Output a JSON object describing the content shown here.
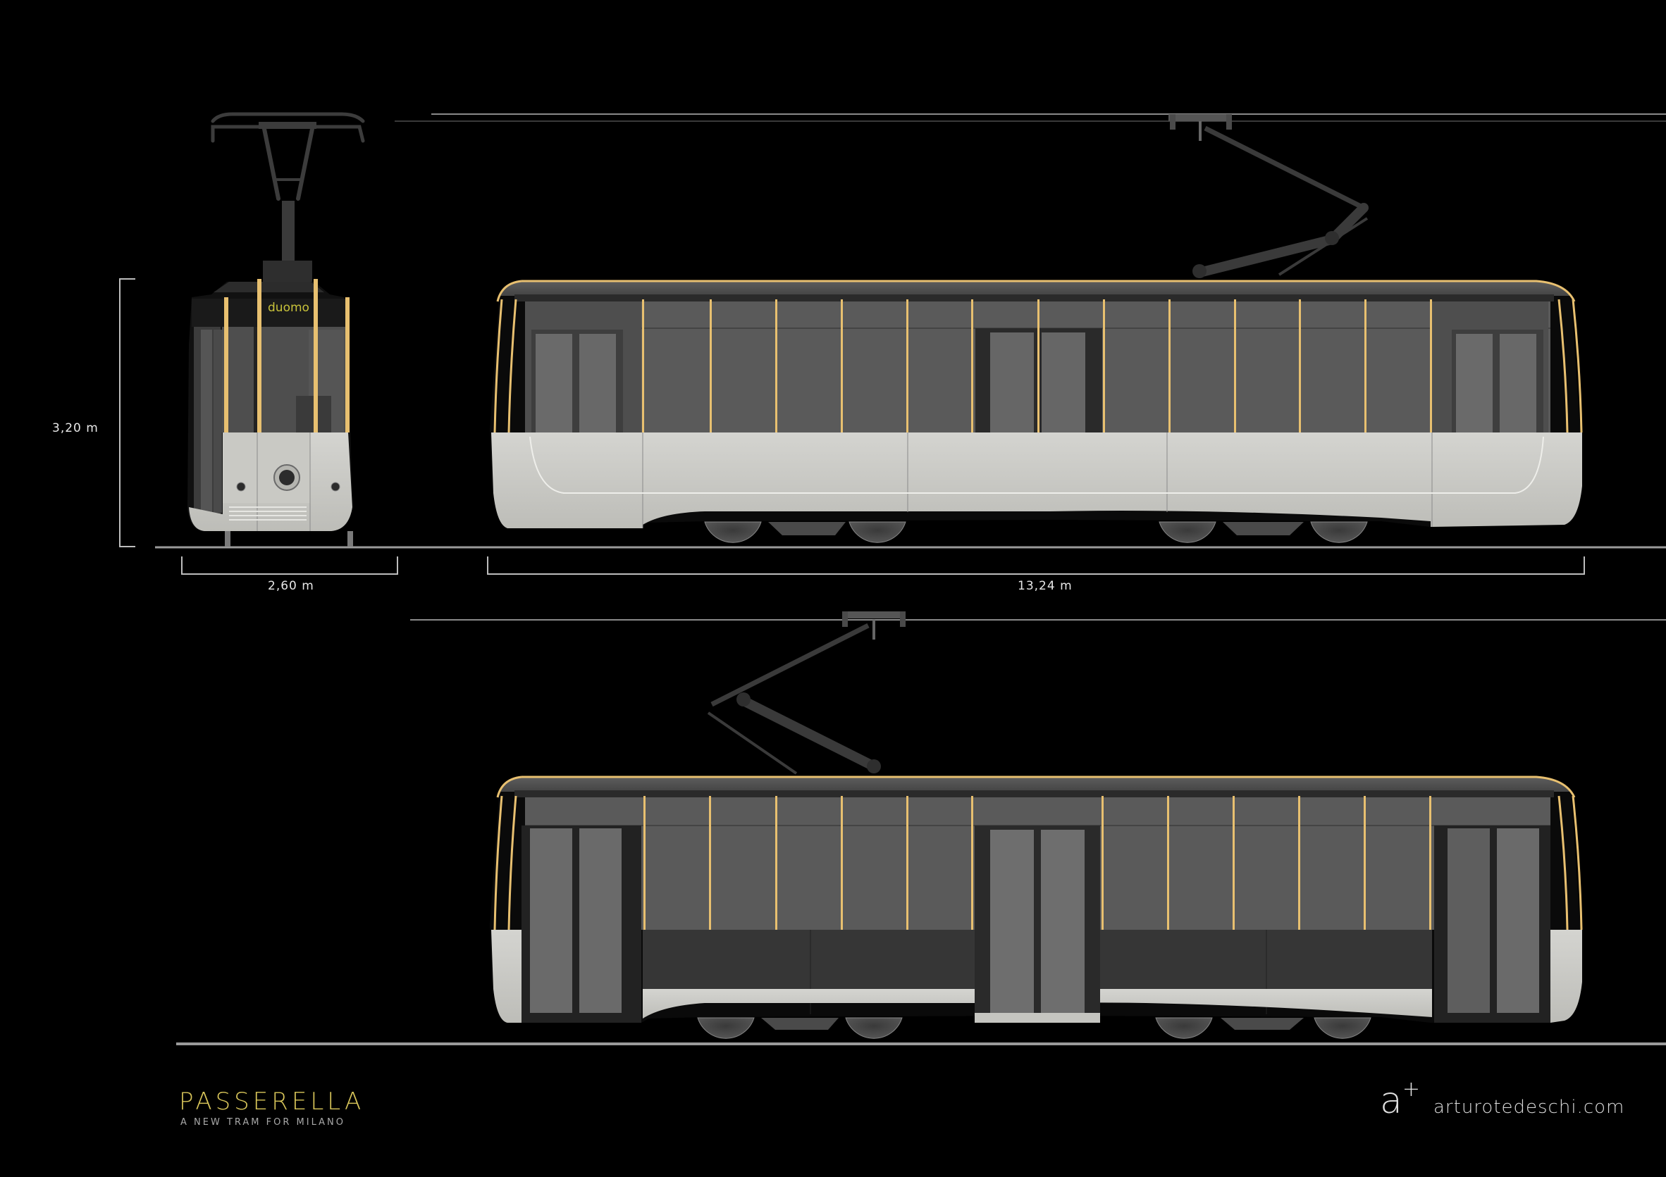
{
  "drawing": {
    "subject": "Passerella tram – front and side elevations",
    "colors": {
      "background": "#000000",
      "body_light": "#cfcfcb",
      "glass": "#5a5a5a",
      "frame_dark": "#2a2a2a",
      "accent_gold": "#e8c070",
      "dimension_line": "#bdbdbd",
      "pantograph": "#3a3a3a"
    }
  },
  "front_view": {
    "destination_sign": "duomo",
    "height_dimension": "3,20 m",
    "width_dimension": "2,60 m"
  },
  "side_view_top": {
    "length_dimension": "13,24 m"
  },
  "side_view_bottom": {},
  "branding": {
    "title": "PASSERELLA",
    "subtitle": "A NEW TRAM FOR MILANO",
    "logo_mark": "a",
    "logo_plus": "+",
    "website": "arturotedeschi.com"
  }
}
